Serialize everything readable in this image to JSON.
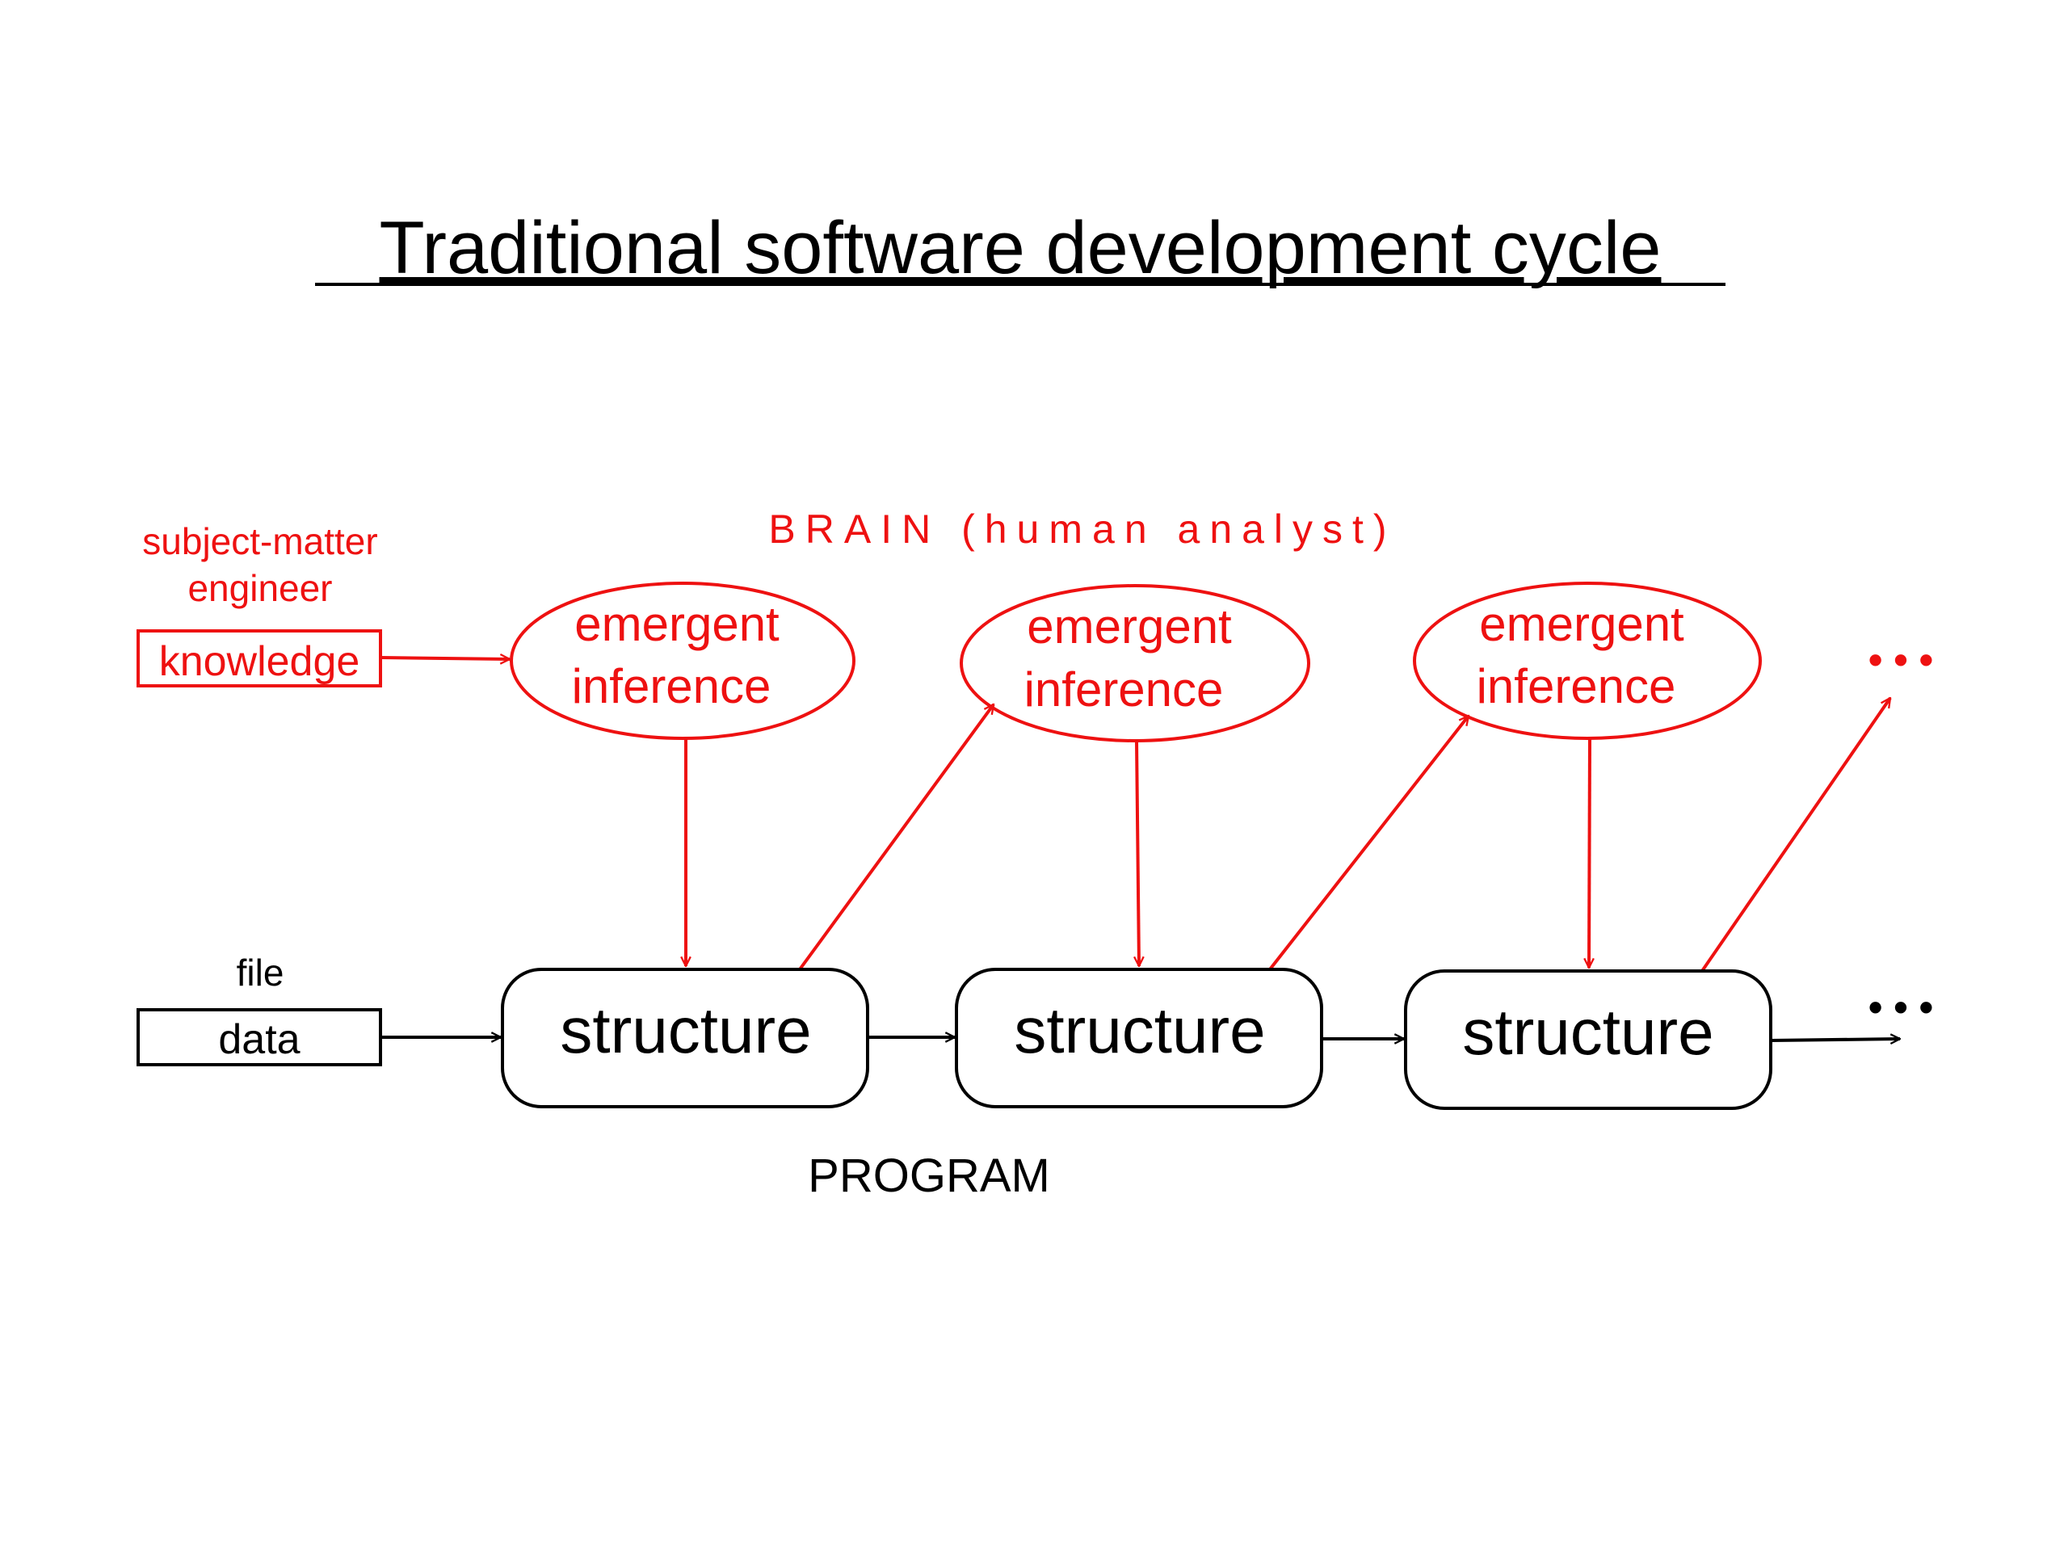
{
  "title": "Traditional software development cycle",
  "brain_label": "BRAIN (human analyst)",
  "source": {
    "caption_line1": "subject-matter",
    "caption_line2": "engineer",
    "box_label": "knowledge"
  },
  "input": {
    "caption": "file",
    "box_label": "data"
  },
  "inference_nodes": [
    {
      "line1": "emergent",
      "line2": "inference"
    },
    {
      "line1": "emergent",
      "line2": "inference"
    },
    {
      "line1": "emergent",
      "line2": "inference"
    }
  ],
  "structure_nodes": [
    {
      "label": "structure"
    },
    {
      "label": "structure"
    },
    {
      "label": "structure"
    }
  ],
  "program_label": "PROGRAM",
  "ellipsis_top": "• • •",
  "ellipsis_bottom": "• • •",
  "colors": {
    "brain": "#ee1111",
    "program": "#000000"
  }
}
